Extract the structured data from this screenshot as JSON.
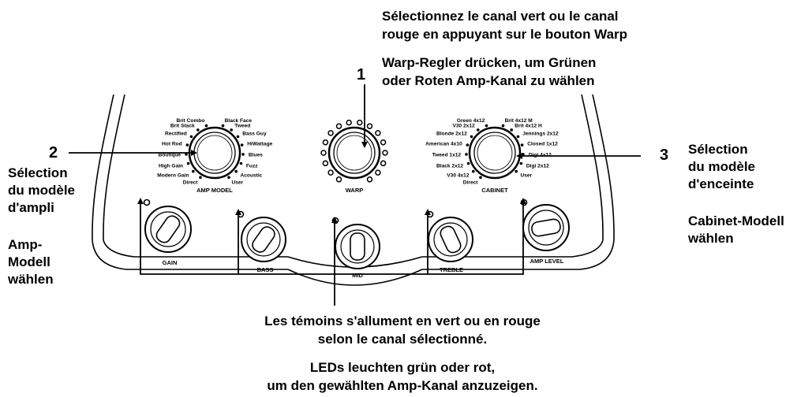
{
  "captions": {
    "top_fr_1": "Sélectionnez le canal vert ou le canal",
    "top_fr_2": "rouge en appuyant sur le bouton Warp",
    "top_de_1": "Warp-Regler drücken, um Grünen",
    "top_de_2": "oder Roten Amp-Kanal zu wählen",
    "num_1": "1",
    "num_2": "2",
    "num_3": "3",
    "left_fr_1": "Sélection",
    "left_fr_2": "du modèle",
    "left_fr_3": "d'ampli",
    "left_de_1": "Amp-",
    "left_de_2": "Modell",
    "left_de_3": "wählen",
    "right_fr_1": "Sélection",
    "right_fr_2": "du modèle",
    "right_fr_3": "d'enceinte",
    "right_de_1": "Cabinet-Modell",
    "right_de_2": "wählen",
    "bottom_fr_1": "Les témoins s'allument en vert ou en rouge",
    "bottom_fr_2": "selon le canal sélectionné.",
    "bottom_de_1": "LEDs leuchten grün oder rot,",
    "bottom_de_2": "um den gewählten Amp-Kanal anzuzeigen."
  },
  "amp_model": {
    "label": "AMP MODEL",
    "left": [
      "Brit Combo",
      "Brit Stack",
      "Rectified",
      "Hot Rod",
      "Boutique",
      "High Gain",
      "Modern Gain",
      "Direct"
    ],
    "right": [
      "Black Face",
      "Tweed",
      "Bass Guy",
      "HiWattage",
      "Blues",
      "Fuzz",
      "Acoustic",
      "User"
    ]
  },
  "warp": {
    "label": "WARP"
  },
  "cabinet": {
    "label": "CABINET",
    "left": [
      "Green 4x12",
      "V30 2x12",
      "Blonde 2x12",
      "American 4x10",
      "Tweed 1x12",
      "Black 2x12",
      "V30 4x12",
      "Direct"
    ],
    "right": [
      "Brit 4x12 M",
      "Brit 4x12 H",
      "Jennings 2x12",
      "Closed 1x12",
      "Digi 4x12",
      "Digi 2x12",
      "User"
    ]
  },
  "knobs": [
    "GAIN",
    "BASS",
    "MID",
    "TREBLE",
    "AMP LEVEL"
  ]
}
